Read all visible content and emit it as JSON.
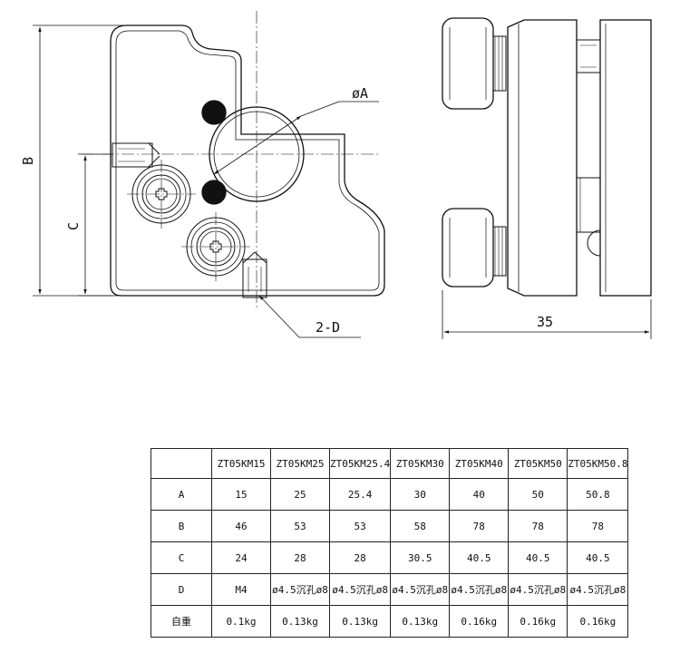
{
  "drawing": {
    "front_view": {
      "labels": {
        "diameter": "øA",
        "height_b": "B",
        "height_c": "C",
        "screw_d": "2-D"
      }
    },
    "side_view": {
      "labels": {
        "width": "35"
      }
    }
  },
  "spec_table": {
    "columns": [
      "",
      "ZT05KM15",
      "ZT05KM25",
      "ZT05KM25.4",
      "ZT05KM30",
      "ZT05KM40",
      "ZT05KM50",
      "ZT05KM50.8"
    ],
    "rows": [
      {
        "label": "A",
        "values": [
          "15",
          "25",
          "25.4",
          "30",
          "40",
          "50",
          "50.8"
        ]
      },
      {
        "label": "B",
        "values": [
          "46",
          "53",
          "53",
          "58",
          "78",
          "78",
          "78"
        ]
      },
      {
        "label": "C",
        "values": [
          "24",
          "28",
          "28",
          "30.5",
          "40.5",
          "40.5",
          "40.5"
        ]
      },
      {
        "label": "D",
        "values": [
          "M4",
          "ø4.5沉孔ø8",
          "ø4.5沉孔ø8",
          "ø4.5沉孔ø8",
          "ø4.5沉孔ø8",
          "ø4.5沉孔ø8",
          "ø4.5沉孔ø8"
        ]
      },
      {
        "label": "自重",
        "values": [
          "0.1kg",
          "0.13kg",
          "0.13kg",
          "0.13kg",
          "0.16kg",
          "0.16kg",
          "0.16kg"
        ]
      }
    ]
  }
}
